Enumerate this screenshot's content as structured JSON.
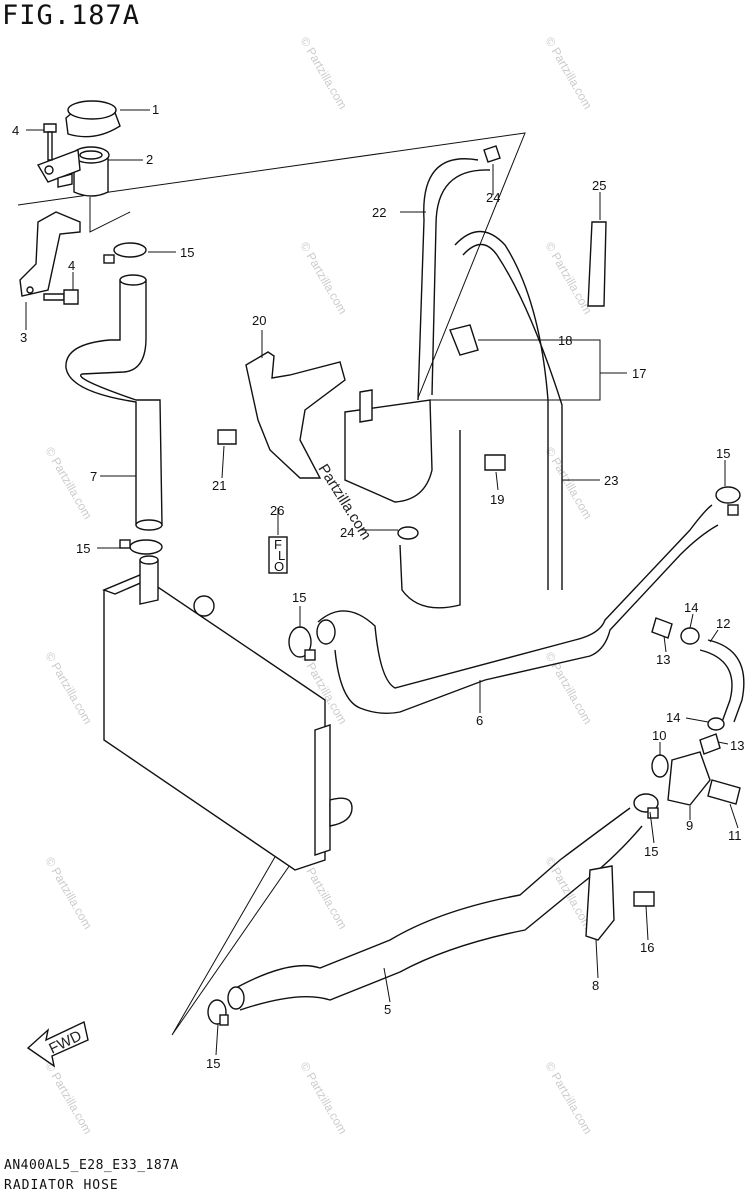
{
  "header": {
    "figure": "FIG.187A"
  },
  "footer": {
    "code": "AN400AL5_E28_E33_187A",
    "title": "RADIATOR HOSE"
  },
  "watermark": {
    "text": "© Partzilla.com"
  },
  "brand_overlay": "Partzilla.com",
  "fwd_label": "FWD",
  "ref_26_letters": "F L O",
  "callouts": {
    "c1": "1",
    "c2": "2",
    "c3": "3",
    "c4a": "4",
    "c4b": "4",
    "c5": "5",
    "c6": "6",
    "c7": "7",
    "c8": "8",
    "c9": "9",
    "c10": "10",
    "c11": "11",
    "c12": "12",
    "c13a": "13",
    "c13b": "13",
    "c14a": "14",
    "c14b": "14",
    "c15a": "15",
    "c15b": "15",
    "c15c": "15",
    "c15d": "15",
    "c15e": "15",
    "c15f": "15",
    "c16": "16",
    "c17": "17",
    "c18": "18",
    "c19": "19",
    "c20": "20",
    "c21": "21",
    "c22": "22",
    "c23": "23",
    "c24a": "24",
    "c24b": "24",
    "c25": "25",
    "c26": "26"
  }
}
